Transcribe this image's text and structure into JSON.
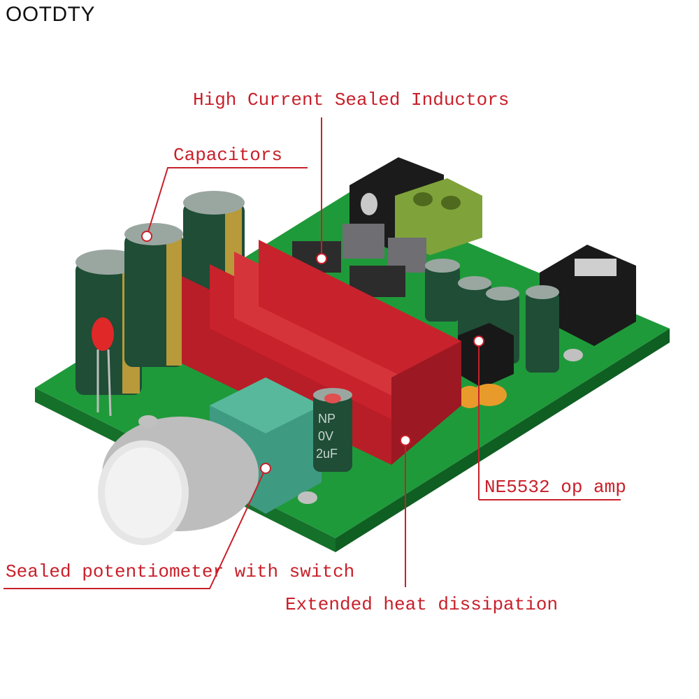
{
  "brand": "OOTDTY",
  "callouts": {
    "inductors": "High Current Sealed Inductors",
    "capacitors": "Capacitors",
    "opamp": "NE5532 op amp",
    "potentiometer": "Sealed potentiometer with switch",
    "heatsink": "Extended heat dissipation"
  },
  "colors": {
    "label": "#c8202a",
    "pcb": "#1f9a3a",
    "heatsink": "#c8222c",
    "capacitor": "#1f4d36",
    "knob": "#d8d8d8"
  },
  "components": {
    "cap_marking": "NP",
    "cap_voltage": "0V",
    "cap_value": "2uF"
  }
}
